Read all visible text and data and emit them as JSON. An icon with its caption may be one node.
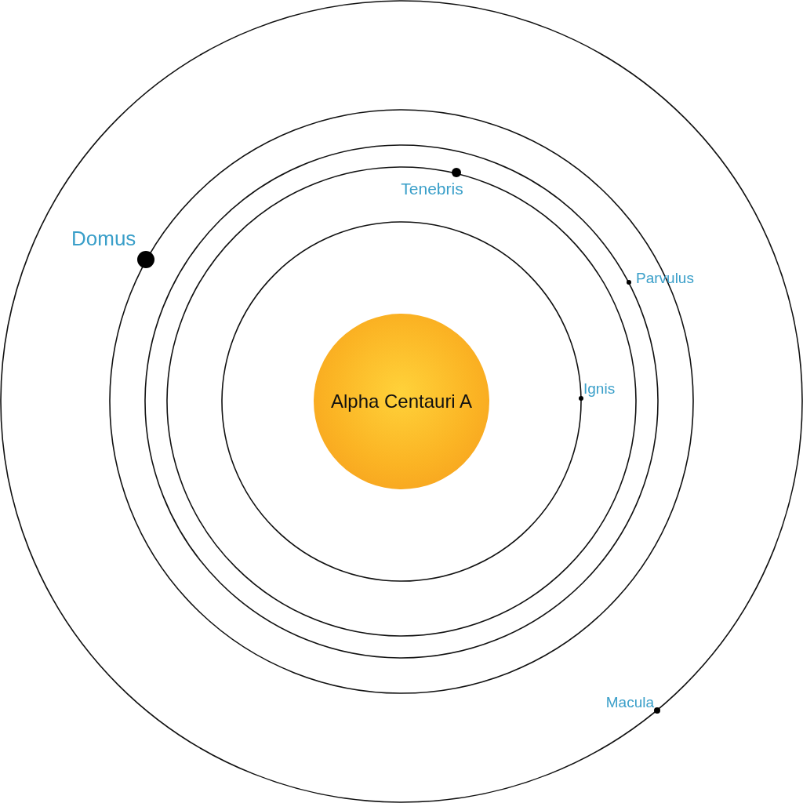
{
  "diagram": {
    "nodes": [
      {
        "text": [
          "Alpha Centauri A"
        ]
      }
    ],
    "labels": [
      "Tenebris",
      "Domus",
      "Parvulus",
      "Ignis",
      "Macula"
    ]
  }
}
